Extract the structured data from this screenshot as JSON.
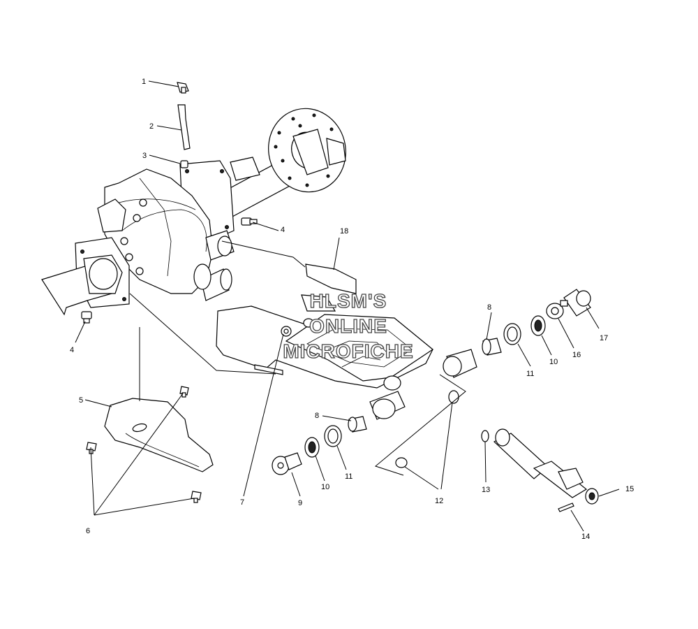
{
  "callouts": [
    {
      "id": "1",
      "label": "1"
    },
    {
      "id": "2",
      "label": "2"
    },
    {
      "id": "3",
      "label": "3"
    },
    {
      "id": "4a",
      "label": "4"
    },
    {
      "id": "4b",
      "label": "4"
    },
    {
      "id": "5",
      "label": "5"
    },
    {
      "id": "6",
      "label": "6"
    },
    {
      "id": "7",
      "label": "7"
    },
    {
      "id": "8a",
      "label": "8"
    },
    {
      "id": "8b",
      "label": "8"
    },
    {
      "id": "9",
      "label": "9"
    },
    {
      "id": "10a",
      "label": "10"
    },
    {
      "id": "10b",
      "label": "10"
    },
    {
      "id": "11a",
      "label": "11"
    },
    {
      "id": "11b",
      "label": "11"
    },
    {
      "id": "12",
      "label": "12"
    },
    {
      "id": "13",
      "label": "13"
    },
    {
      "id": "14",
      "label": "14"
    },
    {
      "id": "15",
      "label": "15"
    },
    {
      "id": "16",
      "label": "16"
    },
    {
      "id": "17",
      "label": "17"
    },
    {
      "id": "18",
      "label": "18"
    }
  ],
  "watermark": {
    "line1": "HLSM'S",
    "line2": "ONLINE",
    "line3": "MICROFICHE"
  }
}
